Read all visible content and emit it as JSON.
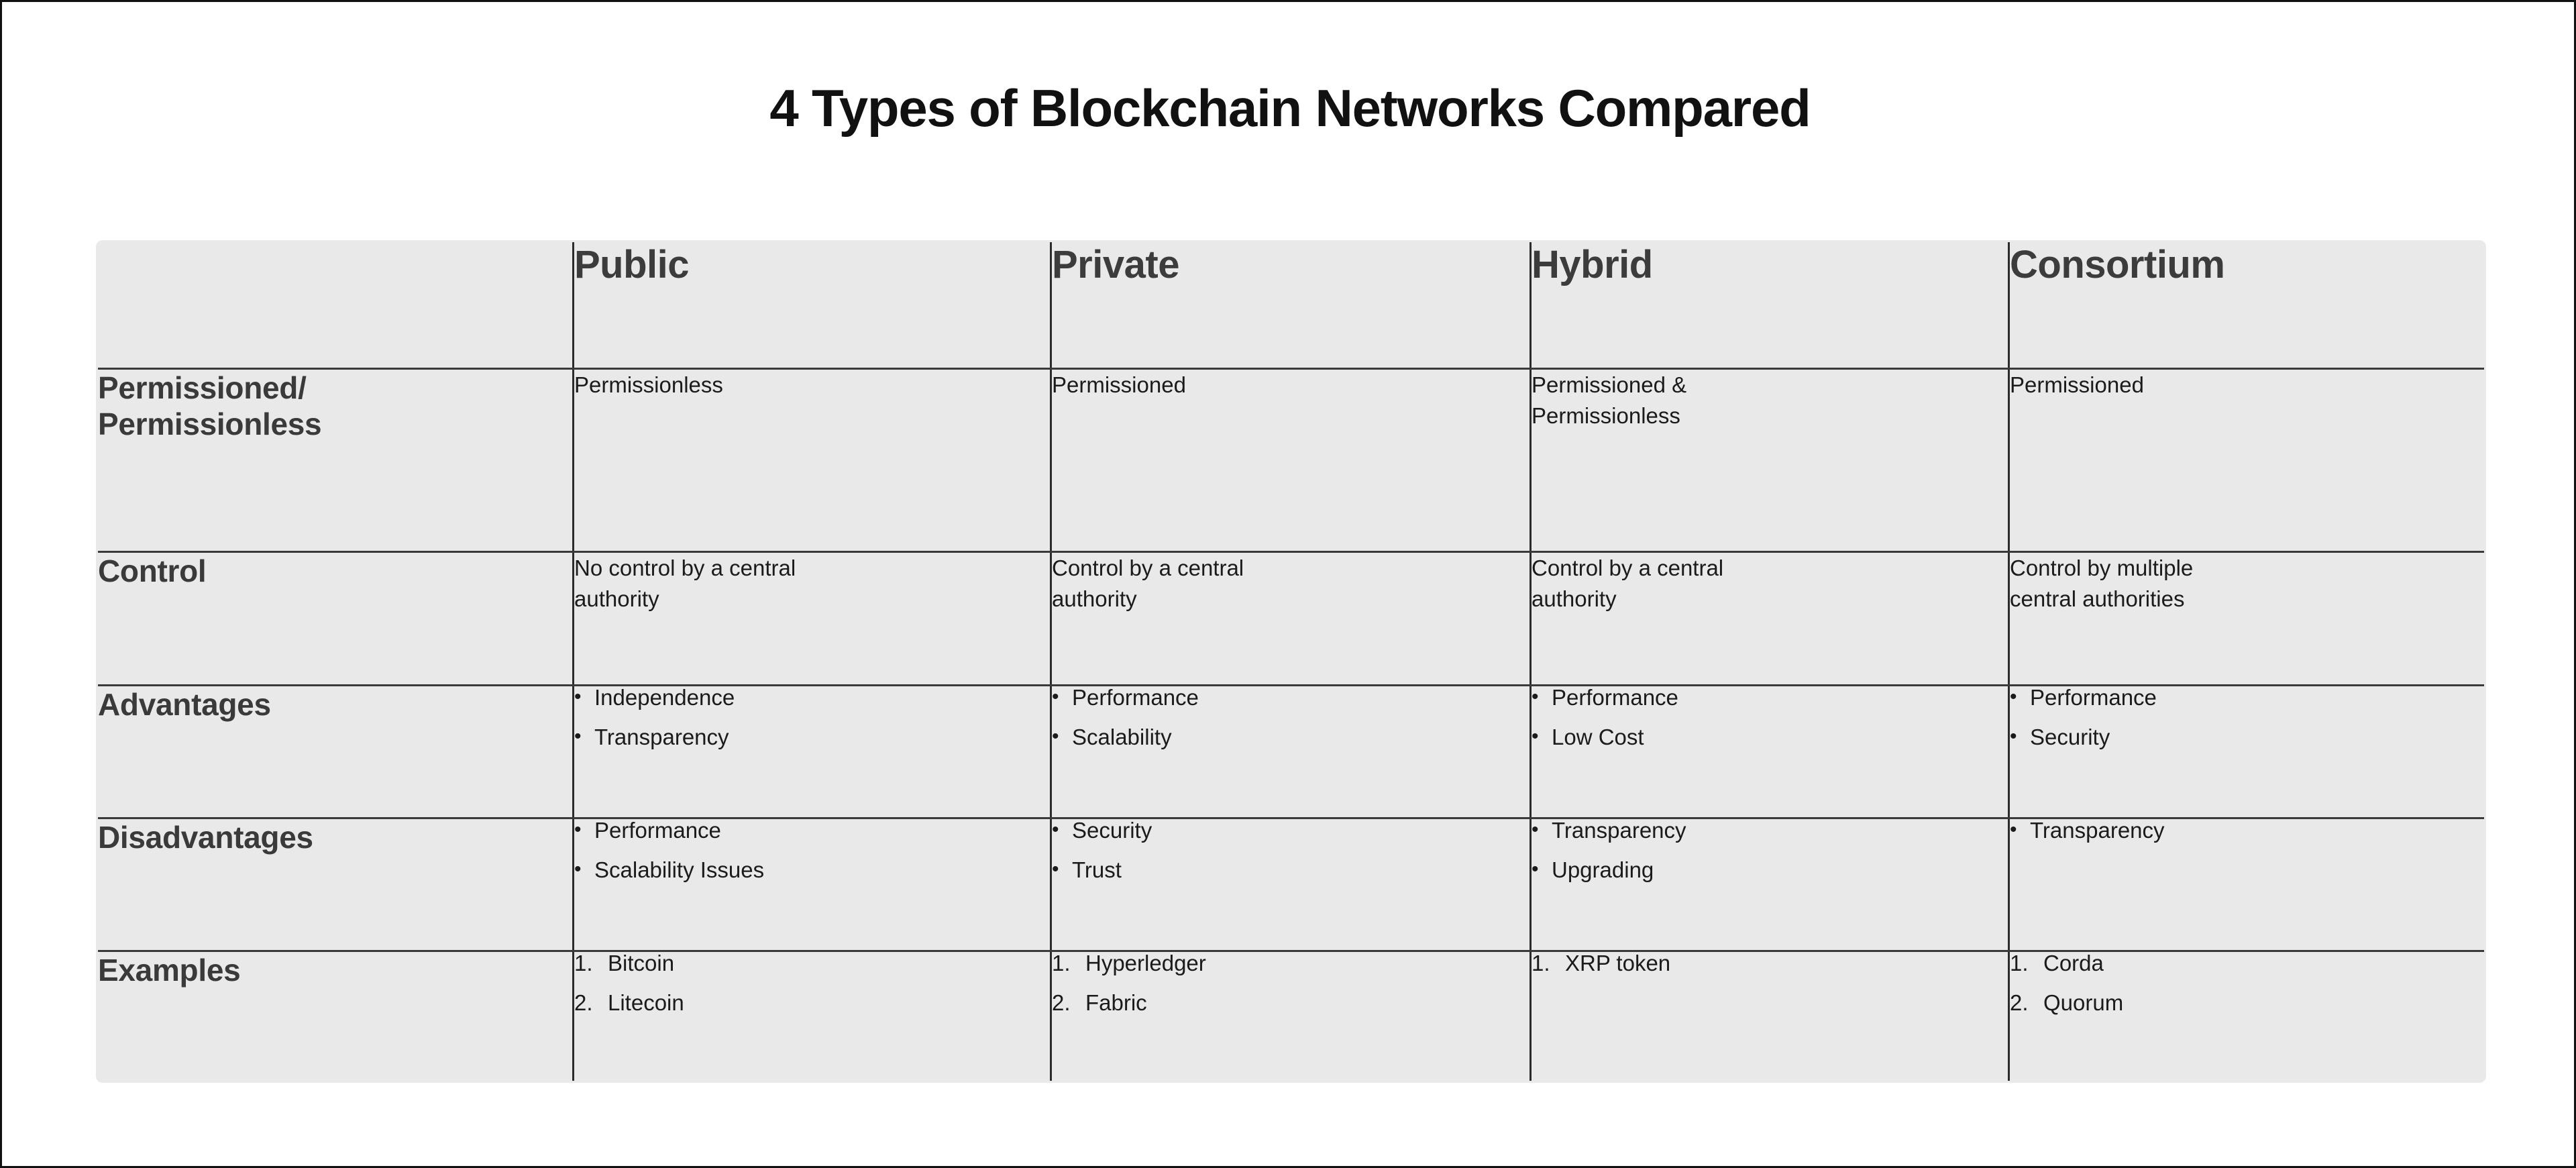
{
  "page": {
    "title": "4 Types of Blockchain Networks Compared",
    "background_color": "#ffffff",
    "border_color": "#111111"
  },
  "table": {
    "header_bg": "#e9e9e9",
    "cell_bg": "#e9e9e9",
    "border_color": "#2b2b2b",
    "label_text_color": "#3a3a3a",
    "body_text_color": "#1b1b1b",
    "corner_label": "",
    "columns": [
      {
        "key": "public",
        "label": "Public"
      },
      {
        "key": "private",
        "label": "Private"
      },
      {
        "key": "hybrid",
        "label": "Hybrid"
      },
      {
        "key": "consortium",
        "label": "Consortium"
      }
    ],
    "rows": [
      {
        "label": "Permissioned/\nPermissionless",
        "type": "text",
        "cells": [
          "Permissionless",
          "Permissioned",
          "Permissioned &\nPermissionless",
          "Permissioned"
        ]
      },
      {
        "label": "Control",
        "type": "text",
        "cells": [
          "No control by a central\nauthority",
          "Control by a central\nauthority",
          "Control by a central\nauthority",
          "Control by multiple\ncentral authorities"
        ]
      },
      {
        "label": "Advantages",
        "type": "bullets",
        "bullet_mark": "•",
        "cells": [
          [
            "Independence",
            "Transparency"
          ],
          [
            "Performance",
            "Scalability"
          ],
          [
            "Performance",
            "Low Cost"
          ],
          [
            "Performance",
            "Security"
          ]
        ]
      },
      {
        "label": "Disadvantages",
        "type": "bullets",
        "bullet_mark": "•",
        "cells": [
          [
            "Performance",
            "Scalability Issues"
          ],
          [
            "Security",
            "Trust"
          ],
          [
            "Transparency",
            "Upgrading"
          ],
          [
            "Transparency"
          ]
        ]
      },
      {
        "label": "Examples",
        "type": "numbers",
        "cells": [
          [
            "Bitcoin",
            "Litecoin"
          ],
          [
            "Hyperledger",
            "Fabric"
          ],
          [
            "XRP token"
          ],
          [
            "Corda",
            "Quorum"
          ]
        ]
      }
    ]
  }
}
